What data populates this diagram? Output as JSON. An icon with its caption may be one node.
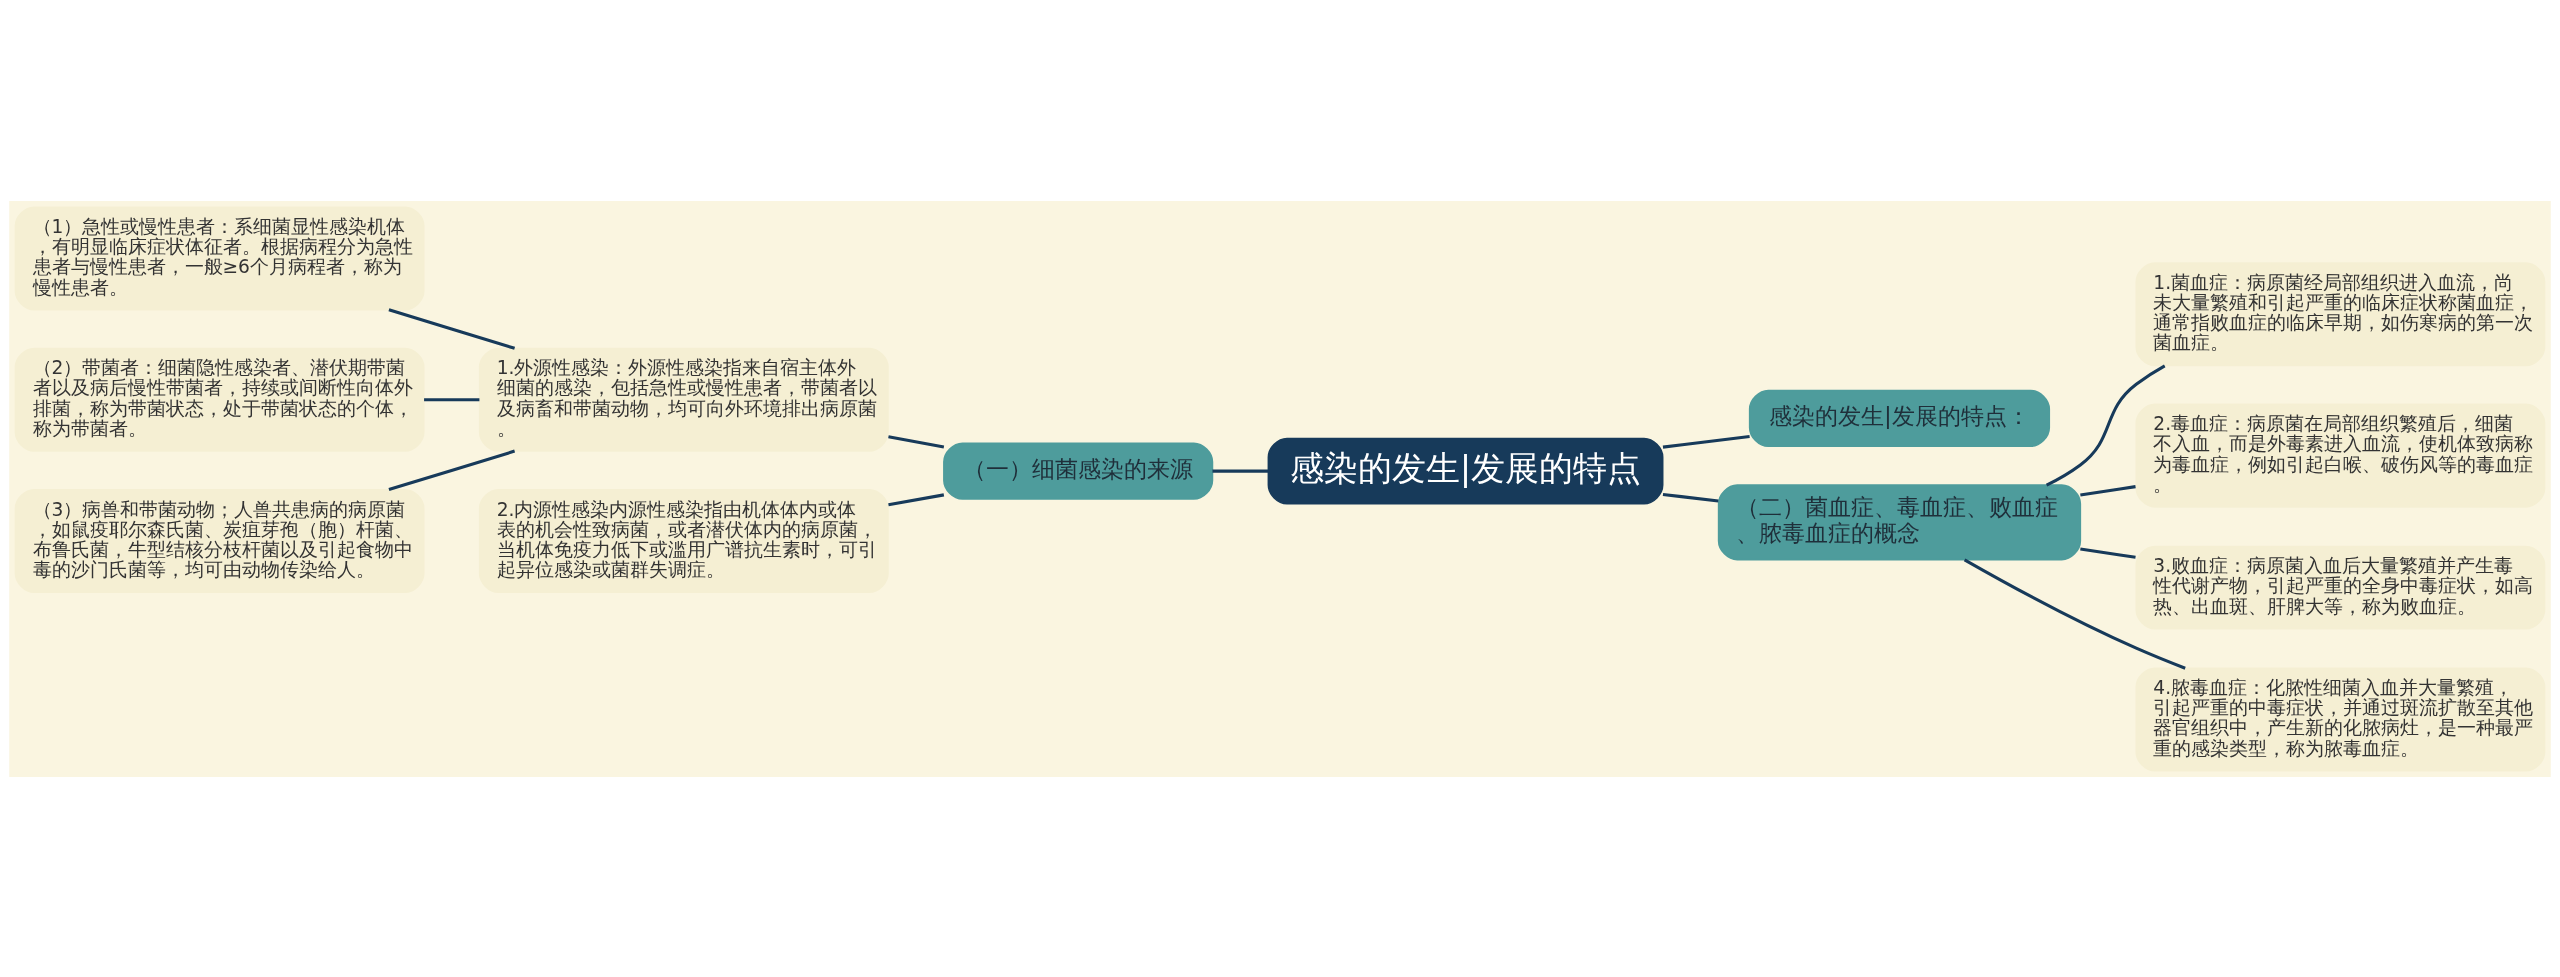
{
  "diagram": {
    "nodes": [
      {
        "text": [
          "感染的发生|发展的特点"
        ]
      },
      {
        "text": [
          "（一）细菌感染的来源"
        ]
      },
      {
        "text": [
          "1.外源性感染：外源性感染指来自宿主体外细菌的感染，包括急性或慢性患者，带菌者以及病畜和带菌动物，均可向外环境排出病原菌。"
        ]
      },
      {
        "text": [
          "（1）急性或慢性患者：系细菌显性感染机体，有明显临床症状体征者。根据病程分为急性患者与慢性患者，一般≥6个月病程者，称为慢性患者。"
        ]
      },
      {
        "text": [
          "（2）带菌者：细菌隐性感染者、潜伏期带菌者以及病后慢性带菌者，持续或间断性向体外排菌，称为带菌状态，处于带菌状态的个体，称为带菌者。"
        ]
      },
      {
        "text": [
          "（3）病兽和带菌动物；人兽共患病的病原菌，如鼠疫耶尔森氏菌、炭疽芽孢（胞）杆菌、布鲁氏菌，牛型结核分枝杆菌以及引起食物中毒的沙门氏菌等，均可由动物传染给人。"
        ]
      },
      {
        "text": [
          "2.内源性感染内源性感染指由机体体内或体表的机会性致病菌，或者潜伏体内的病原菌，当机体免疫力低下或滥用广谱抗生素时，可引起异位感染或菌群失调症。"
        ]
      },
      {
        "text": [
          "感染的发生|发展的特点："
        ]
      },
      {
        "text": [
          "（二）菌血症、毒血症、败血症、脓毒血症的概念"
        ]
      },
      {
        "text": [
          "1.菌血症：病原菌经局部组织进入血流，尚未大量繁殖和引起严重的临床症状称菌血症，通常指败血症的临床早期，如伤寒病的第一次菌血症。"
        ]
      },
      {
        "text": [
          "2.毒血症：病原菌在局部组织繁殖后，细菌不入血，而是外毒素进入血流，使机体致病称为毒血症，例如引起白喉、破伤风等的毒血症。"
        ]
      },
      {
        "text": [
          "3.败血症：病原菌入血后大量繁殖并产生毒性代谢产物，引起严重的全身中毒症状，如高热、出血斑、肝脾大等，称为败血症。"
        ]
      },
      {
        "text": [
          "4.脓毒血症：化脓性细菌入血并大量繁殖，引起严重的中毒症状，并通过斑流扩散至其他器官组织中，产生新的化脓病灶，是一种最严重的感染类型，称为脓毒血症。"
        ]
      }
    ],
    "edges": [
      {
        "from": 0,
        "to": 1,
        "arrow": "none"
      },
      {
        "from": 1,
        "to": 2,
        "arrow": "none"
      },
      {
        "from": 2,
        "to": 3,
        "arrow": "none"
      },
      {
        "from": 2,
        "to": 4,
        "arrow": "none"
      },
      {
        "from": 2,
        "to": 5,
        "arrow": "none"
      },
      {
        "from": 1,
        "to": 6,
        "arrow": "none"
      },
      {
        "from": 0,
        "to": 7,
        "arrow": "none"
      },
      {
        "from": 0,
        "to": 8,
        "arrow": "none"
      },
      {
        "from": 8,
        "to": 9,
        "arrow": "none"
      },
      {
        "from": 8,
        "to": 10,
        "arrow": "none"
      },
      {
        "from": 8,
        "to": 11,
        "arrow": "none"
      },
      {
        "from": 8,
        "to": 12,
        "arrow": "none"
      }
    ]
  }
}
